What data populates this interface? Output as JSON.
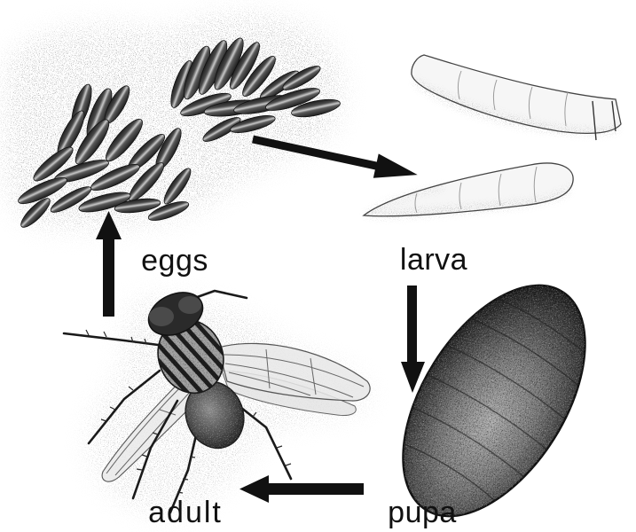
{
  "stages": [
    {
      "label": "eggs"
    },
    {
      "label": "larva"
    },
    {
      "label": "pupa"
    },
    {
      "label": "adult"
    }
  ],
  "colors": {
    "ink": "#111111",
    "background": "#ffffff"
  }
}
